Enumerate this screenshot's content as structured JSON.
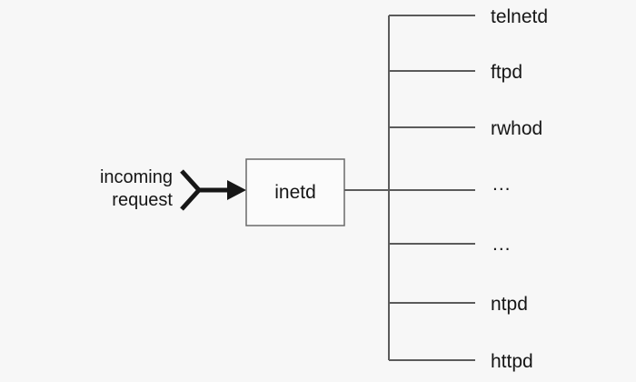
{
  "diagram": {
    "title": "inetd service dispatch diagram",
    "background_color": "#f7f7f7",
    "line_color": "#5b5b5b",
    "arrow_color": "#171717",
    "text_color": "#161616",
    "box_fill_color": "#fbfbfb",
    "box_border_color": "#6a6a6a"
  },
  "source": {
    "label_line1": "incoming",
    "label_line2": "request",
    "arrow_name": "incoming-request-arrow"
  },
  "node": {
    "label": "inetd"
  },
  "services": [
    {
      "label": "telnetd",
      "is_ellipsis": false
    },
    {
      "label": "ftpd",
      "is_ellipsis": false
    },
    {
      "label": "rwhod",
      "is_ellipsis": false
    },
    {
      "label": "...",
      "is_ellipsis": true
    },
    {
      "label": "...",
      "is_ellipsis": true
    },
    {
      "label": "ntpd",
      "is_ellipsis": false
    },
    {
      "label": "httpd",
      "is_ellipsis": false
    }
  ]
}
